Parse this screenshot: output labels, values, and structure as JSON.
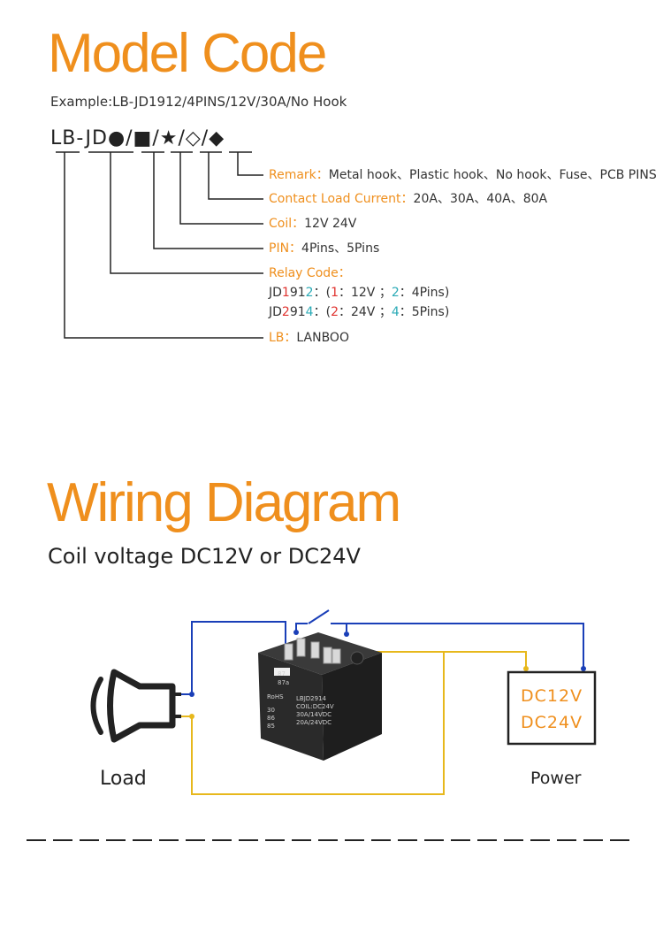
{
  "model_code": {
    "title": "Model Code",
    "example": "Example:LB-JD1912/4PINS/12V/30A/No Hook",
    "code": "LB-JD●/■/★/◇/◆",
    "remark": {
      "label": "Remark：",
      "value": "Metal hook、Plastic hook、No hook、Fuse、PCB PINS"
    },
    "current": {
      "label": "Contact Load Current：",
      "value": "20A、30A、40A、80A"
    },
    "coil": {
      "label": "Coil：",
      "value": "12V  24V"
    },
    "pin": {
      "label": "PIN：",
      "value": "4Pins、5Pins"
    },
    "relay": {
      "label": "Relay Code：",
      "jd1912": {
        "prefix": "JD",
        "d1": "1",
        "mid": "91",
        "d2": "2",
        "sep": "：(",
        "n1": "1",
        "t1": "：12V ；",
        "n2": "2",
        "t2": "：4Pins)"
      },
      "jd2914": {
        "prefix": "JD",
        "d1": "2",
        "mid": "91",
        "d2": "4",
        "sep": "：(",
        "n1": "2",
        "t1": "：24V ；",
        "n2": "4",
        "t2": "：5Pins)"
      }
    },
    "lb": {
      "label": "LB：",
      "value": "LANBOO"
    }
  },
  "wiring": {
    "title": "Wiring Diagram",
    "subtitle": "Coil voltage DC12V or DC24V",
    "load_label": "Load",
    "power_label": "Power",
    "voltage_1": "DC12V",
    "voltage_2": "DC24V",
    "relay_text": [
      "LBJD2914",
      "COIL:DC24V",
      "30A/14VDC",
      "20A/24VDC",
      "RoHS",
      "87",
      "87a",
      "30",
      "86",
      "85"
    ],
    "wire_blue": "#1a3fb8",
    "wire_yellow": "#e7b81c"
  },
  "colors": {
    "accent": "#ef8f1d",
    "digit_red": "#e0332f",
    "digit_cyan": "#2aaab6"
  }
}
